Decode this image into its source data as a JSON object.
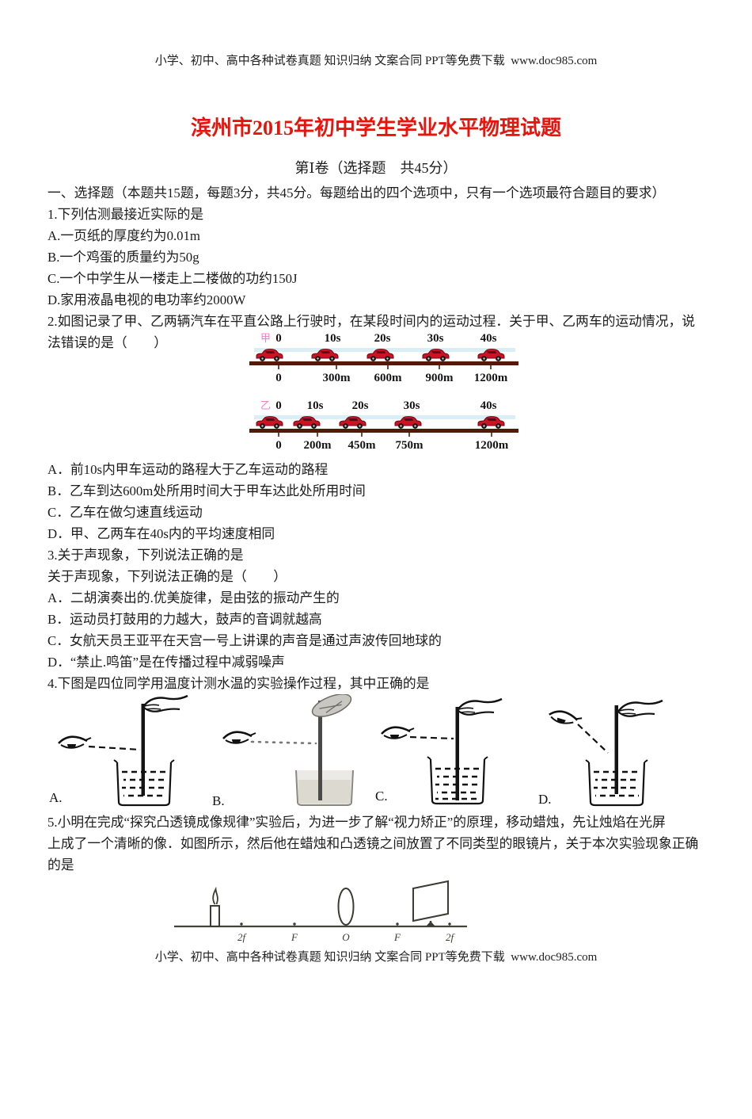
{
  "page": {
    "header": "小学、初中、高中各种试卷真题 知识归纳 文案合同 PPT等免费下载  www.doc985.com",
    "footer": "小学、初中、高中各种试卷真题 知识归纳 文案合同 PPT等免费下载  www.doc985.com",
    "title": "滨州市2015年初中学生学业水平物理试题",
    "section_heading": "第Ⅰ卷（选择题　共45分）",
    "section_intro": "一、选择题（本题共15题，每题3分，共45分。每题给出的四个选项中，只有一个选项最符合题目的要求）"
  },
  "colors": {
    "title_red": "#e8130b",
    "road_brown": "#521a08",
    "car_red": "#cf1124",
    "band_blue": "#daeef6",
    "marker_pink": "#f07ec4"
  },
  "q1": {
    "stem": "1.下列估测最接近实际的是",
    "options": [
      "A.一页纸的厚度约为0.01m",
      "B.一个鸡蛋的质量约为50g",
      "C.一个中学生从一楼走上二楼做的功约150J",
      "D.家用液晶电视的电功率约2000W"
    ]
  },
  "q2": {
    "stem_line1": "2.如图记录了甲、乙两辆汽车在平直公路上行驶时，在某段时间内的运动过程．关于甲、乙两车的运动情况，说",
    "stem_line2": "法错误的是（　　）",
    "figure_jia": {
      "label": "甲",
      "times": [
        "0",
        "10s",
        "20s",
        "30s",
        "40s"
      ],
      "distances": [
        "0",
        "300m",
        "600m",
        "900m",
        "1200m"
      ]
    },
    "figure_yi": {
      "label": "乙",
      "times": [
        "0",
        "10s",
        "20s",
        "30s",
        "40s"
      ],
      "distances": [
        "0",
        "200m",
        "450m",
        "750m",
        "1200m"
      ]
    },
    "options": [
      "A．前10s内甲车运动的路程大于乙车运动的路程",
      "B．乙车到达600m处所用时间大于甲车达此处所用时间",
      "C．乙车在做匀速直线运动",
      "D．甲、乙两车在40s内的平均速度相同"
    ]
  },
  "q3": {
    "stem_line1": "3.关于声现象，下列说法正确的是",
    "stem_line2": "关于声现象，下列说法正确的是（　　）",
    "options": [
      "A．二胡演奏出的.优美旋律，是由弦的振动产生的",
      "B．运动员打鼓用的力越大，鼓声的音调就越高",
      "C．女航天员王亚平在天宫一号上讲课的声音是通过声波传回地球的",
      "D．“禁止.鸣笛”是在传播过程中减弱噪声"
    ]
  },
  "q4": {
    "stem": "4.下图是四位同学用温度计测水温的实验操作过程，其中正确的是",
    "labels": [
      "A.",
      "B.",
      "C.",
      "D."
    ]
  },
  "q5": {
    "stem_line1": "5.小明在完成“探究凸透镜成像规律”实验后，为进一步了解“视力矫正”的原理，移动蜡烛，先让烛焰在光屏",
    "stem_line2": "上成了一个清晰的像．如图所示，然后他在蜡烛和凸透镜之间放置了不同类型的眼镜片，关于本次实验现象正确",
    "stem_line3": "的是",
    "axis_labels": [
      "2f",
      "F",
      "O",
      "F",
      "2f"
    ]
  }
}
